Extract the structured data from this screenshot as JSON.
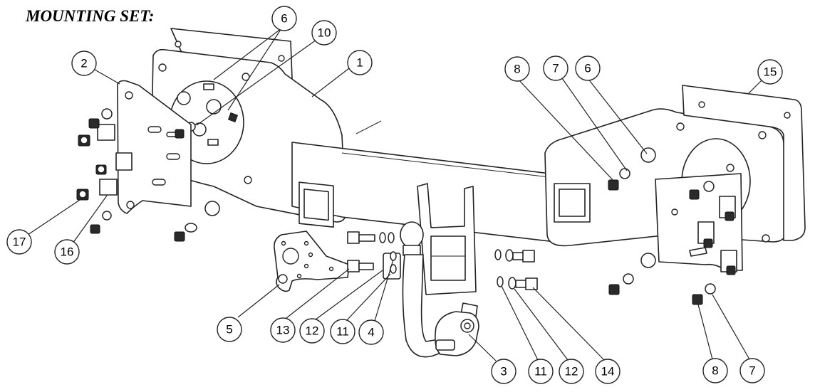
{
  "title": "MOUNTING SET:",
  "callouts": [
    "6",
    "10",
    "1",
    "2",
    "8",
    "7",
    "6",
    "15",
    "17",
    "16",
    "5",
    "13",
    "12",
    "11",
    "4",
    "3",
    "11",
    "12",
    "14",
    "8",
    "7"
  ]
}
